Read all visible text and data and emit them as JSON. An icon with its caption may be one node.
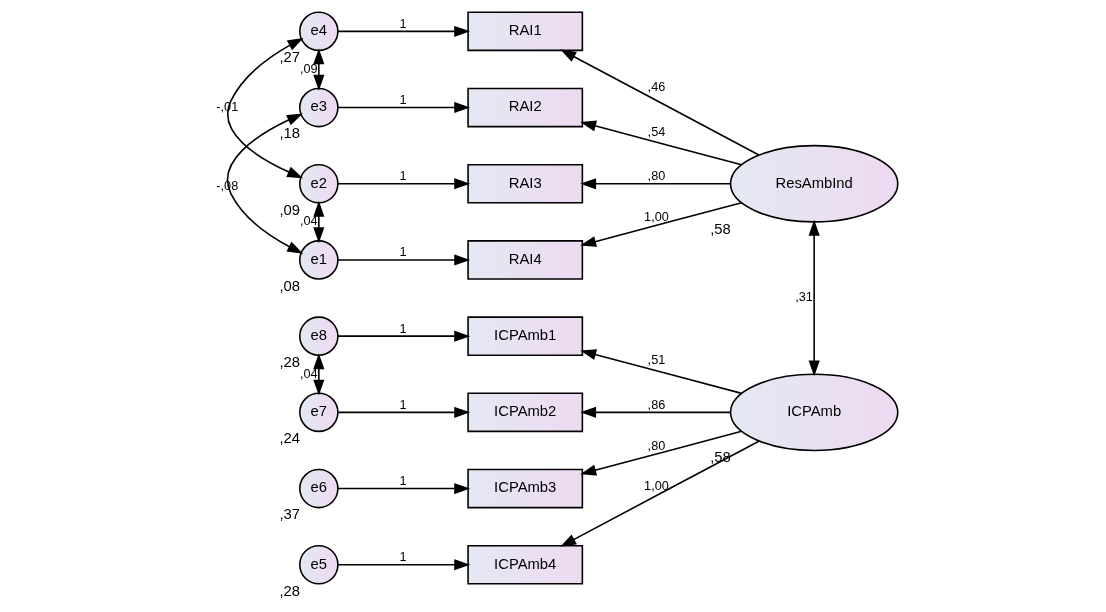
{
  "diagram": {
    "nodes": [
      {
        "text": [
          "e4"
        ],
        "beside": [
          ",27"
        ]
      },
      {
        "text": [
          "e3"
        ],
        "beside": [
          ",18"
        ]
      },
      {
        "text": [
          "e2"
        ],
        "beside": [
          ",09"
        ]
      },
      {
        "text": [
          "e1"
        ],
        "beside": [
          ",08"
        ]
      },
      {
        "text": [
          "RAI1"
        ]
      },
      {
        "text": [
          "RAI2"
        ]
      },
      {
        "text": [
          "RAI3"
        ]
      },
      {
        "text": [
          "RAI4"
        ]
      },
      {
        "text": [
          "ResAmbInd"
        ],
        "beside": [
          ",58"
        ]
      },
      {
        "text": [
          "e8"
        ],
        "beside": [
          ",28"
        ]
      },
      {
        "text": [
          "e7"
        ],
        "beside": [
          ",24"
        ]
      },
      {
        "text": [
          "e6"
        ],
        "beside": [
          ",37"
        ]
      },
      {
        "text": [
          "e5"
        ],
        "beside": [
          ",28"
        ]
      },
      {
        "text": [
          "ICPAmb1"
        ]
      },
      {
        "text": [
          "ICPAmb2"
        ]
      },
      {
        "text": [
          "ICPAmb3"
        ]
      },
      {
        "text": [
          "ICPAmb4"
        ]
      },
      {
        "text": [
          "ICPAmb"
        ],
        "beside": [
          ",58"
        ]
      }
    ],
    "edges": [
      {
        "from": 0,
        "to": 4,
        "arrow": "to",
        "label": "1"
      },
      {
        "from": 1,
        "to": 5,
        "arrow": "to",
        "label": "1"
      },
      {
        "from": 2,
        "to": 6,
        "arrow": "to",
        "label": "1"
      },
      {
        "from": 3,
        "to": 7,
        "arrow": "to",
        "label": "1"
      },
      {
        "from": 8,
        "to": 4,
        "arrow": "to",
        "label": ",46"
      },
      {
        "from": 8,
        "to": 5,
        "arrow": "to",
        "label": ",54"
      },
      {
        "from": 8,
        "to": 6,
        "arrow": "to",
        "label": ",80"
      },
      {
        "from": 8,
        "to": 7,
        "arrow": "to",
        "label": "1,00"
      },
      {
        "from": 0,
        "to": 1,
        "arrow": "both",
        "label": ",09"
      },
      {
        "from": 0,
        "to": 2,
        "arrow": "both",
        "label": "-,01"
      },
      {
        "from": 1,
        "to": 3,
        "arrow": "both",
        "label": "-,08"
      },
      {
        "from": 2,
        "to": 3,
        "arrow": "both",
        "label": ",04"
      },
      {
        "from": 9,
        "to": 13,
        "arrow": "to",
        "label": "1"
      },
      {
        "from": 10,
        "to": 14,
        "arrow": "to",
        "label": "1"
      },
      {
        "from": 11,
        "to": 15,
        "arrow": "to",
        "label": "1"
      },
      {
        "from": 12,
        "to": 16,
        "arrow": "to",
        "label": "1"
      },
      {
        "from": 17,
        "to": 13,
        "arrow": "to",
        "label": ",51"
      },
      {
        "from": 17,
        "to": 14,
        "arrow": "to",
        "label": ",86"
      },
      {
        "from": 17,
        "to": 15,
        "arrow": "to",
        "label": ",80"
      },
      {
        "from": 17,
        "to": 16,
        "arrow": "to",
        "label": "1,00"
      },
      {
        "from": 9,
        "to": 10,
        "arrow": "both",
        "label": ",04"
      },
      {
        "from": 8,
        "to": 17,
        "arrow": "both",
        "label": ",31"
      }
    ]
  }
}
